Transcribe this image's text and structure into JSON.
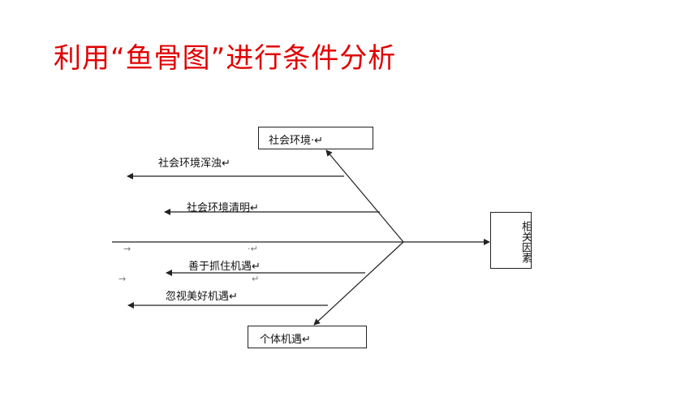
{
  "slide": {
    "title": "利用“鱼骨图”进行条件分析"
  },
  "fishbone": {
    "head": "相关因素",
    "categories": {
      "top": "社会环境·↵",
      "bottom": "个体机遇↵"
    },
    "causes": [
      "社会环境浑浊↵",
      "社会环境清明↵",
      "善于抓住机遇↵",
      "忽视美好机遇↵"
    ],
    "marks": [
      "→",
      "·↵",
      "→",
      "↵"
    ]
  },
  "colors": {
    "title": "#e00000",
    "line": "#222222"
  }
}
